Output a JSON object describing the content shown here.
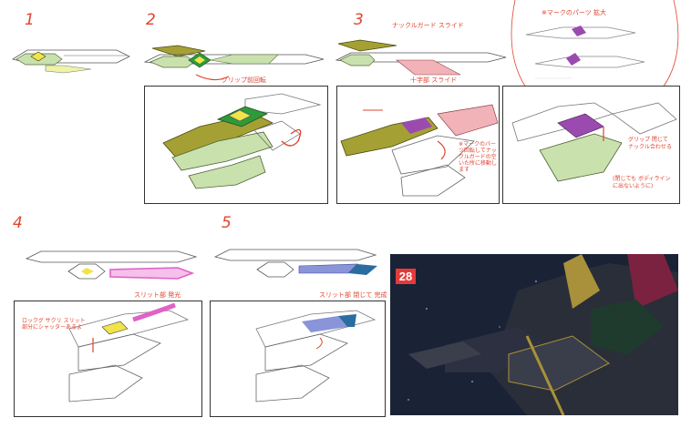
{
  "steps": [
    {
      "number": "1"
    },
    {
      "number": "2",
      "note": "グリップ前回転"
    },
    {
      "number": "3",
      "note_top_1": "ナックルガード スライド",
      "note_top_2": "十字部 スライド",
      "note_panel": "※マークのパーツ回転してナックルガードの空いた所に移動します"
    },
    {
      "number": "",
      "note_top": "※マークのパーツ 拡大",
      "note_panel_1": "グリップ 閉じて ナックル合わせる",
      "note_panel_2": "(閉じても ボディラインに出ないように)"
    },
    {
      "number": "4",
      "note": "スリット部 発光",
      "note_panel": "ロックグ サクリ スリット部分にシャッターあるよ"
    },
    {
      "number": "5",
      "note": "スリット部 閉じて 完成"
    }
  ],
  "photo": {
    "badge": "28"
  },
  "colors": {
    "accent_red": "#e0442f",
    "green": "#c9e1ad",
    "olive": "#a4a034",
    "pink": "#f2b3b8",
    "magenta": "#e062c8",
    "purple": "#9b4bb0",
    "blue": "#8a94d8",
    "teal": "#2a6da0",
    "yellow": "#f1e34a"
  }
}
